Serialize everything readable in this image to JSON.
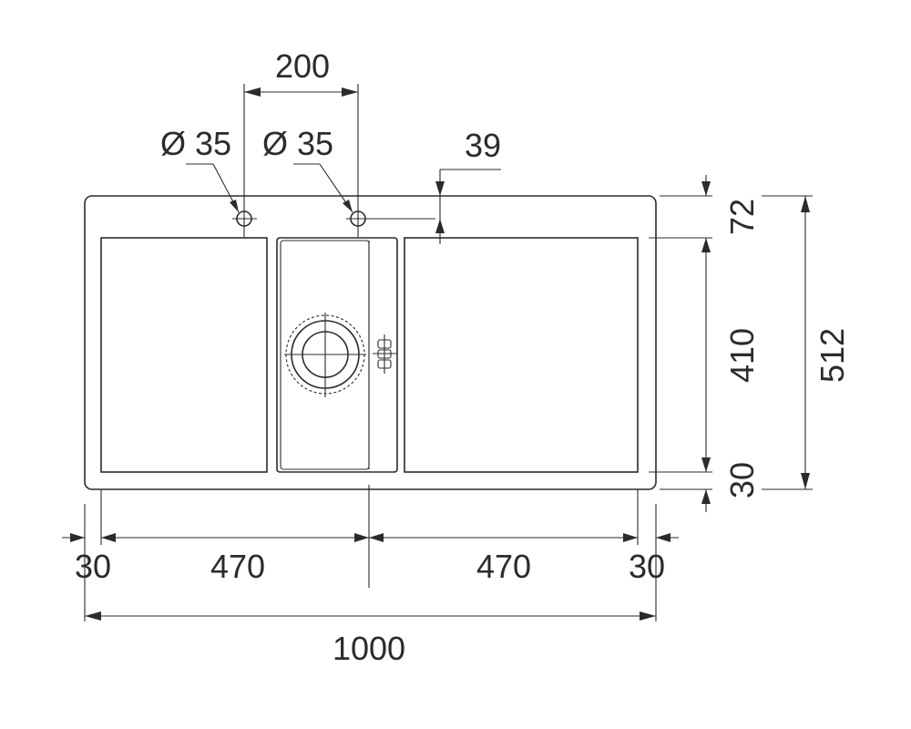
{
  "diagram": {
    "hole_diameter_left": "Ø 35",
    "hole_diameter_right": "Ø 35",
    "hole_spacing": "200",
    "hole_offset": "39",
    "right_top_band": "72",
    "right_bowl_depth": "410",
    "right_bottom_band": "30",
    "overall_depth": "512",
    "bottom_left_margin": "30",
    "bottom_left_width": "470",
    "bottom_right_width": "470",
    "bottom_right_margin": "30",
    "overall_width": "1000"
  },
  "colors": {
    "line": "#2b2b2b",
    "background": "#ffffff"
  }
}
